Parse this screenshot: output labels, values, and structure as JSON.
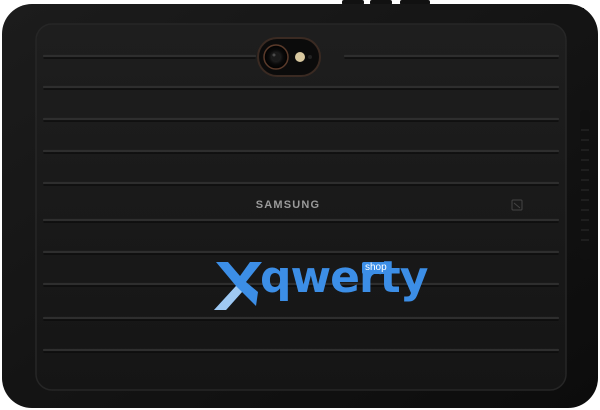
{
  "device": {
    "brand": "SAMSUNG",
    "body_color": "#1a1a1a",
    "shell_color": "#0d0d0d",
    "ridge_color": "#2a2a2a"
  },
  "watermark": {
    "word": "qwerty",
    "badge": "shop",
    "accent_color": "#3c8ee6",
    "icon": "x-logo-icon"
  }
}
